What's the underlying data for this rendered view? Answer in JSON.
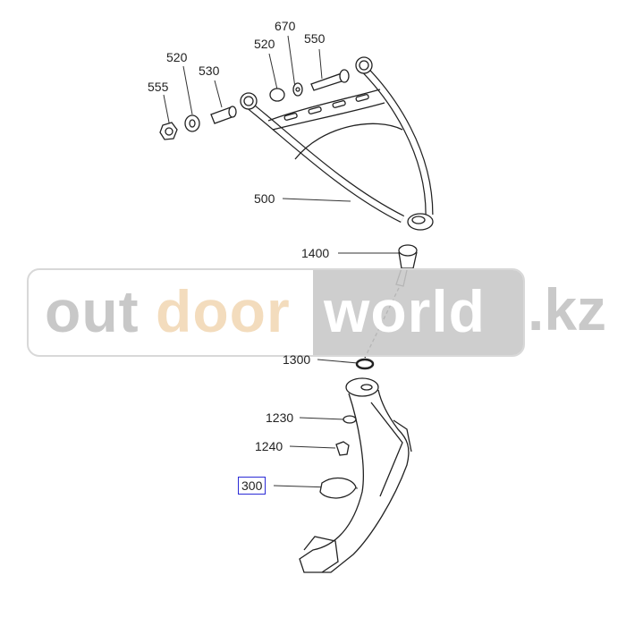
{
  "diagram": {
    "labels": {
      "p555": "555",
      "p520a": "520",
      "p530": "530",
      "p520b": "520",
      "p670": "670",
      "p550": "550",
      "p500": "500",
      "p1400": "1400",
      "p1300": "1300",
      "p1230": "1230",
      "p1240": "1240",
      "p300": "300"
    },
    "highlight_color": "#2b2bd6"
  },
  "watermark": {
    "part1": "out",
    "part2": "door",
    "part3": "world",
    "part4": ".kz"
  }
}
